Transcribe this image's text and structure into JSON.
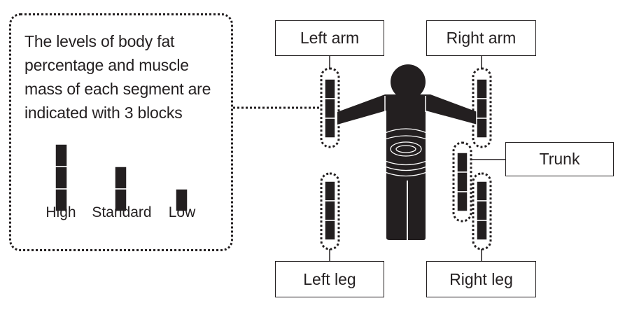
{
  "callout": {
    "lines": [
      "The levels of body fat",
      "percentage and muscle",
      "mass of each segment are",
      "indicated with 3 blocks"
    ]
  },
  "legend": [
    {
      "label": "High",
      "blocks": 3
    },
    {
      "label": "Standard",
      "blocks": 2
    },
    {
      "label": "Low",
      "blocks": 1
    }
  ],
  "segments": {
    "left_arm": "Left arm",
    "right_arm": "Right arm",
    "trunk": "Trunk",
    "left_leg": "Left leg",
    "right_leg": "Right leg"
  },
  "colors": {
    "ink": "#231f20",
    "background": "#ffffff"
  }
}
